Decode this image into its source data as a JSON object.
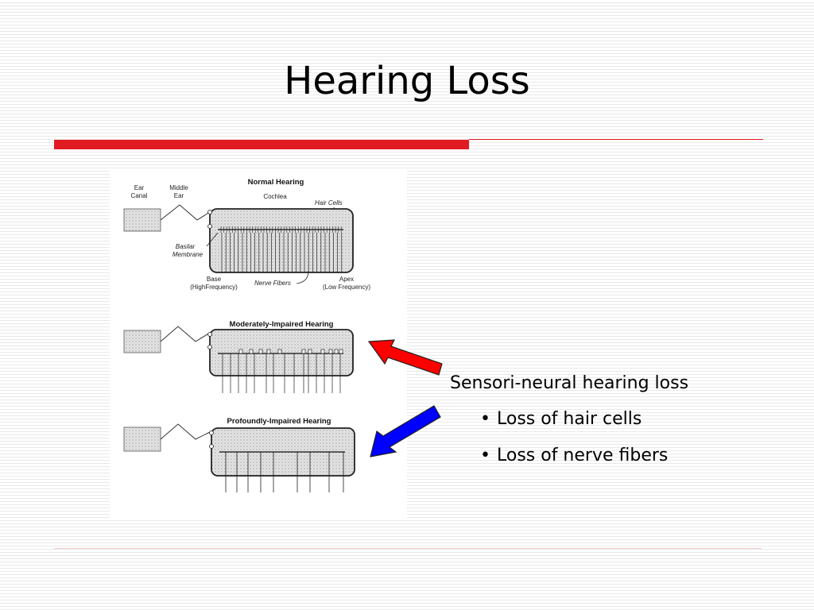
{
  "slide": {
    "title": "Hearing Loss"
  },
  "diagram": {
    "panel_normal": {
      "heading": "Normal Hearing",
      "cochlea_label": "Cochlea",
      "ear_canal_label_line1": "Ear",
      "ear_canal_label_line2": "Canal",
      "middle_ear_label_line1": "Middle",
      "middle_ear_label_line2": "Ear",
      "hair_cells_label": "Hair Cells",
      "basilar_label_line1": "Basilar",
      "basilar_label_line2": "Membrane",
      "base_label_line1": "Base",
      "base_label_line2": "(HighFrequency)",
      "nerve_fibers_label": "Nerve Fibers",
      "apex_label_line1": "Apex",
      "apex_label_line2": "(Low Frequency)"
    },
    "panel_moderate": {
      "heading": "Moderately-Impaired Hearing"
    },
    "panel_profound": {
      "heading": "Profoundly-Impaired Hearing"
    }
  },
  "arrows": {
    "upper_color": "#ff0000",
    "lower_color": "#0000ff"
  },
  "caption": {
    "heading": "Sensori-neural hearing loss",
    "bullets": [
      "Loss of hair cells",
      "Loss of nerve fibers"
    ]
  },
  "colors": {
    "accent_red": "#e01b22"
  }
}
